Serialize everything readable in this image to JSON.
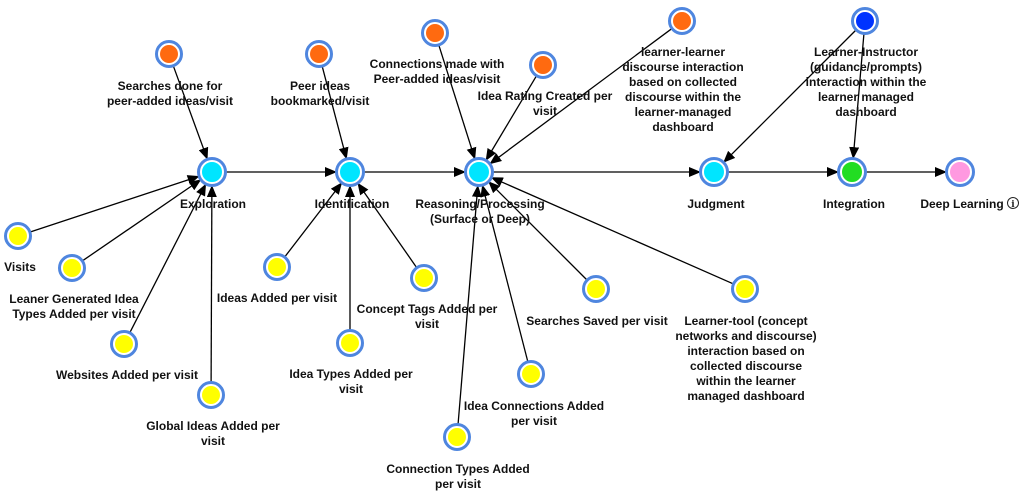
{
  "colors": {
    "stage": "#00e5ff",
    "metric": "#ffff00",
    "peer": "#ff6a10",
    "instructor": "#0033ff",
    "integration": "#22dd22",
    "deep": "#ff99e0",
    "node_border": "#4f86df",
    "edge": "#000000"
  },
  "stages": [
    {
      "id": "exploration",
      "label": [
        "Exploration"
      ]
    },
    {
      "id": "identification",
      "label": [
        "Identification"
      ]
    },
    {
      "id": "reasoning",
      "label": [
        "Reasoning/Processing",
        "(Surface or Deep)"
      ]
    },
    {
      "id": "judgment",
      "label": [
        "Judgment"
      ]
    },
    {
      "id": "integration",
      "label": [
        "Integration"
      ]
    },
    {
      "id": "deep-learning",
      "label": [
        "Deep Learning"
      ],
      "icon": "info-icon"
    }
  ],
  "indicators": [
    {
      "id": "searches-peer",
      "target": "exploration",
      "kind": "peer",
      "label": [
        "Searches done for",
        "peer-added ideas/visit"
      ]
    },
    {
      "id": "visits",
      "target": "exploration",
      "kind": "metric",
      "label": [
        "Visits"
      ]
    },
    {
      "id": "learner-idea-types",
      "target": "exploration",
      "kind": "metric",
      "label": [
        "Leaner Generated Idea",
        "Types Added per visit"
      ]
    },
    {
      "id": "websites",
      "target": "exploration",
      "kind": "metric",
      "label": [
        "Websites Added per visit"
      ]
    },
    {
      "id": "global-ideas",
      "target": "exploration",
      "kind": "metric",
      "label": [
        "Global Ideas Added per",
        "visit"
      ]
    },
    {
      "id": "peer-bookmarked",
      "target": "identification",
      "kind": "peer",
      "label": [
        "Peer ideas",
        "bookmarked/visit"
      ]
    },
    {
      "id": "ideas-added",
      "target": "identification",
      "kind": "metric",
      "label": [
        "Ideas Added per visit"
      ]
    },
    {
      "id": "idea-types",
      "target": "identification",
      "kind": "metric",
      "label": [
        "Idea Types Added per",
        "visit"
      ]
    },
    {
      "id": "concept-tags",
      "target": "identification",
      "kind": "metric",
      "label": [
        "Concept Tags Added per",
        "visit"
      ]
    },
    {
      "id": "connections-peer",
      "target": "reasoning",
      "kind": "peer",
      "label": [
        "Connections made with",
        "Peer-added ideas/visit"
      ]
    },
    {
      "id": "idea-rating",
      "target": "reasoning",
      "kind": "peer",
      "label": [
        "Idea Rating Created per",
        "visit"
      ]
    },
    {
      "id": "learner-learner",
      "target": "reasoning",
      "kind": "peer",
      "label": [
        "learner-learner",
        "discourse interaction",
        "based on collected",
        "discourse within the",
        "learner-managed",
        "dashboard"
      ]
    },
    {
      "id": "searches-saved",
      "target": "reasoning",
      "kind": "metric",
      "label": [
        "Searches Saved per visit"
      ]
    },
    {
      "id": "learner-tool",
      "target": "reasoning",
      "kind": "metric",
      "label": [
        "Learner-tool (concept",
        "networks and discourse)",
        "interaction based on",
        "collected discourse",
        "within the learner",
        "managed dashboard"
      ]
    },
    {
      "id": "idea-connections",
      "target": "reasoning",
      "kind": "metric",
      "label": [
        "Idea Connections Added",
        "per visit"
      ]
    },
    {
      "id": "connection-types",
      "target": "reasoning",
      "kind": "metric",
      "label": [
        "Connection Types Added",
        "per visit"
      ]
    },
    {
      "id": "learner-instructor",
      "target": "integration",
      "extra_target": "judgment",
      "kind": "instructor",
      "label": [
        "Learner-Instructor",
        "(guidance/prompts)",
        "interaction  within the",
        "learner managed",
        "dashboard"
      ]
    }
  ]
}
